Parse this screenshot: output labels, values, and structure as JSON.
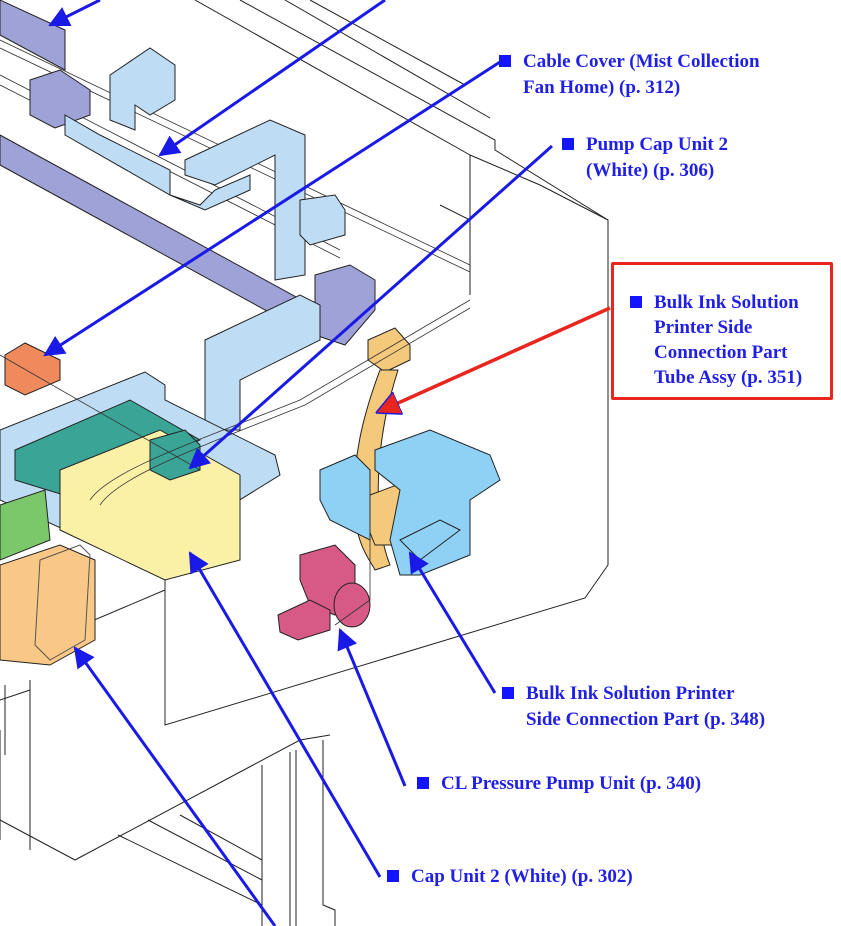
{
  "diagram": {
    "title": "Printer parts location diagram",
    "colors": {
      "label_text": "#1f1fe6",
      "leader_line": "#1a1ae6",
      "highlight_arrow": "#e8261e",
      "highlight_box": "#e8261e",
      "rail_purple": "#9fa2d6",
      "cover_lightblue": "#bfdcf5",
      "cable_cover_orange": "#f08a5d",
      "pump_cap_teal": "#3aa596",
      "cap_unit_yellow": "#fbf1a6",
      "cap_unit_orange": "#f9c886",
      "bulk_ink_blue": "#8fd1f5",
      "tube_assy_tan": "#f5c97b",
      "pump_pink": "#d65a85",
      "green_part": "#7bc86b"
    },
    "labels": [
      {
        "id": "cable-cover",
        "lines": [
          "Cable Cover (Mist Collection",
          "Fan Home) (p. 312)"
        ],
        "page": "312"
      },
      {
        "id": "pump-cap-unit-2",
        "lines": [
          "Pump Cap Unit 2",
          "(White) (p. 306)"
        ],
        "page": "306"
      },
      {
        "id": "bulk-ink-tube-assy",
        "lines": [
          "Bulk Ink Solution",
          "Printer Side",
          "Connection Part",
          "Tube Assy (p. 351)"
        ],
        "page": "351",
        "highlighted": true
      },
      {
        "id": "bulk-ink-connection-part",
        "lines": [
          "Bulk Ink Solution Printer",
          "Side Connection Part (p. 348)"
        ],
        "page": "348"
      },
      {
        "id": "cl-pressure-pump",
        "lines": [
          "CL Pressure Pump Unit (p. 340)"
        ],
        "page": "340"
      },
      {
        "id": "cap-unit-2",
        "lines": [
          "Cap Unit 2 (White) (p. 302)"
        ],
        "page": "302"
      }
    ]
  }
}
